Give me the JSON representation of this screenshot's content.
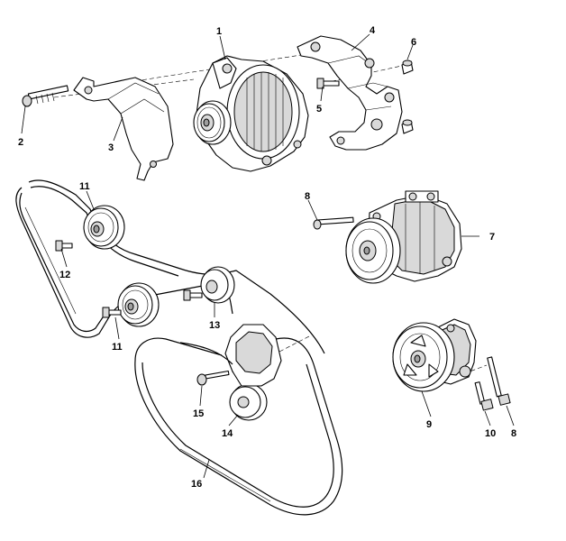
{
  "diagram": {
    "callouts": [
      "1",
      "2",
      "3",
      "4",
      "5",
      "6",
      "7",
      "8",
      "8",
      "9",
      "10",
      "11",
      "11",
      "12",
      "13",
      "14",
      "15",
      "16"
    ]
  }
}
